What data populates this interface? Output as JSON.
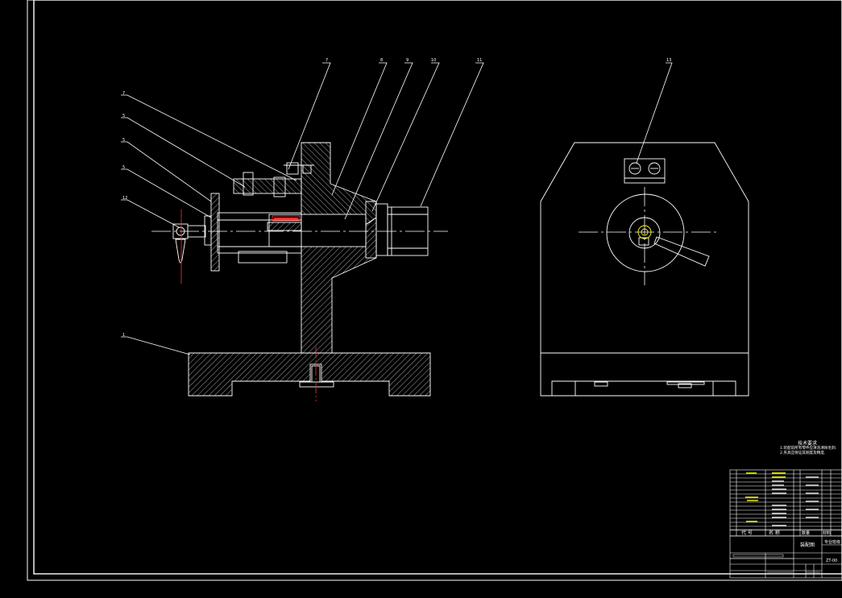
{
  "colors": {
    "background": "#000000",
    "line": "#ffffff",
    "centerline": "#ff2a2a",
    "highlight": "#ffff00",
    "hatch": "#cfcfcf"
  },
  "balloons": [
    "1",
    "5",
    "7",
    "8",
    "9",
    "10",
    "11",
    "12",
    "13"
  ],
  "technical_notes": {
    "title": "技术要求",
    "lines": [
      "1.装配前所有零件应清洗清除毛刺.",
      "2.夹具应保证其刚度及精度."
    ]
  },
  "title_block": {
    "drawing_name": "装配图",
    "school": "专业班级",
    "drawing_code": "ZT-00",
    "header_code": "代 号",
    "header_name": "名 称",
    "header_qty": "数量",
    "header_material": "材料"
  }
}
